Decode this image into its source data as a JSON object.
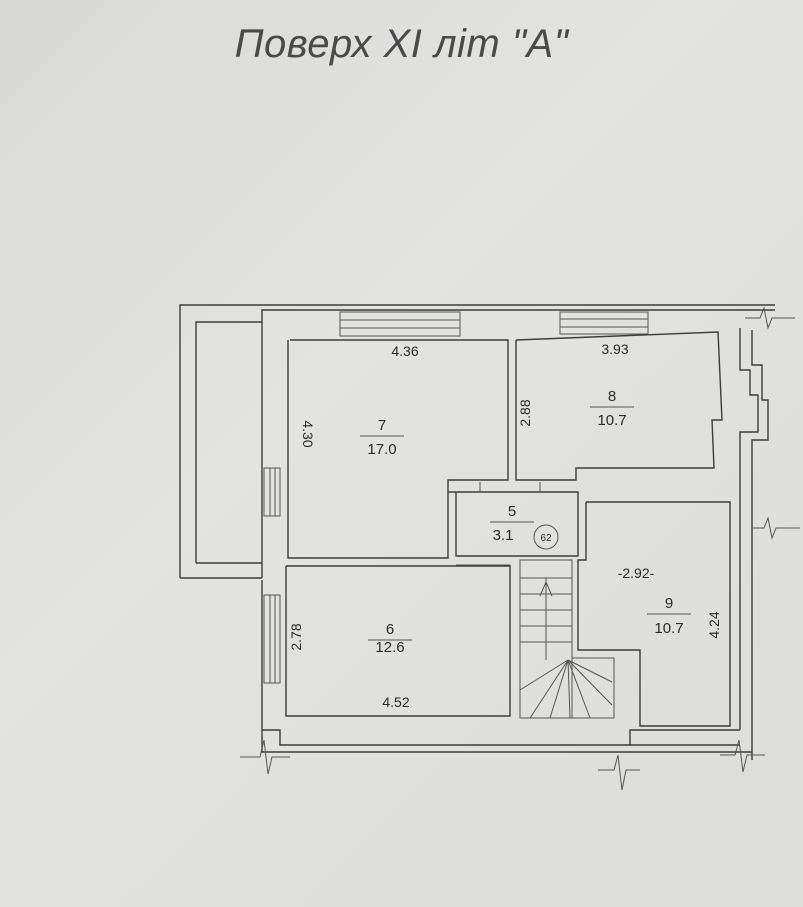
{
  "title": "Поверх XI літ \"А\"",
  "rooms": [
    {
      "number": "7",
      "area": "17.0",
      "width": "4.36",
      "length": "4.30"
    },
    {
      "number": "8",
      "area": "10.7",
      "width": "3.93",
      "length": "2.88"
    },
    {
      "number": "5",
      "area": "3.1",
      "badge": "62"
    },
    {
      "number": "6",
      "area": "12.6",
      "width": "4.52",
      "length": "2.78"
    },
    {
      "number": "9",
      "area": "10.7",
      "width": "-2.92-",
      "length": "4.24"
    }
  ]
}
